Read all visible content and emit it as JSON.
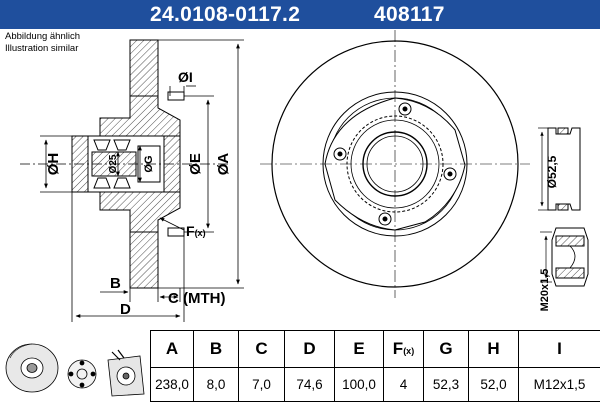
{
  "header": {
    "part_number": "24.0108-0117.2",
    "ref_number": "408117",
    "color": "#1f4f9d"
  },
  "caption": {
    "line1": "Abbildung ähnlich",
    "line2": "Illustration similar"
  },
  "drawing": {
    "labels": {
      "A": "ØA",
      "E": "ØE",
      "G": "ØG",
      "H": "ØH",
      "I": "ØI",
      "inner": "Ø25",
      "F": "F",
      "F_sub": "(x)",
      "B": "B",
      "C": "C (MTH)",
      "D": "D",
      "bearing": "Ø52,5",
      "nut": "M20x1,5"
    }
  },
  "table": {
    "headers": [
      {
        "label": "A",
        "sub": ""
      },
      {
        "label": "B",
        "sub": ""
      },
      {
        "label": "C",
        "sub": ""
      },
      {
        "label": "D",
        "sub": ""
      },
      {
        "label": "E",
        "sub": ""
      },
      {
        "label": "F",
        "sub": "(x)"
      },
      {
        "label": "G",
        "sub": ""
      },
      {
        "label": "H",
        "sub": ""
      },
      {
        "label": "I",
        "sub": ""
      }
    ],
    "values": [
      "238,0",
      "8,0",
      "7,0",
      "74,6",
      "100,0",
      "4",
      "52,3",
      "52,0",
      "M12x1,5"
    ]
  },
  "thumbnails": [
    "brake-disc-icon",
    "bolt-pattern-icon",
    "disc-mounting-icon"
  ]
}
